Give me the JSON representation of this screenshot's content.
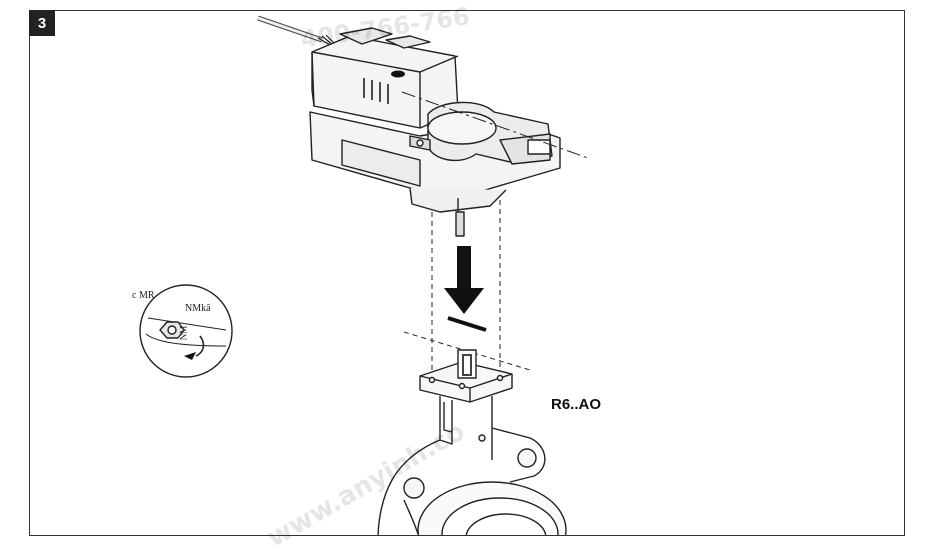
{
  "step": {
    "number": "3"
  },
  "labels": {
    "model": "R6..AO",
    "cmr": "c MR",
    "torque": "NMkã",
    "nm": "NM"
  },
  "watermarks": {
    "top": "400-766-766",
    "bottom": "www.anyinh.co"
  }
}
